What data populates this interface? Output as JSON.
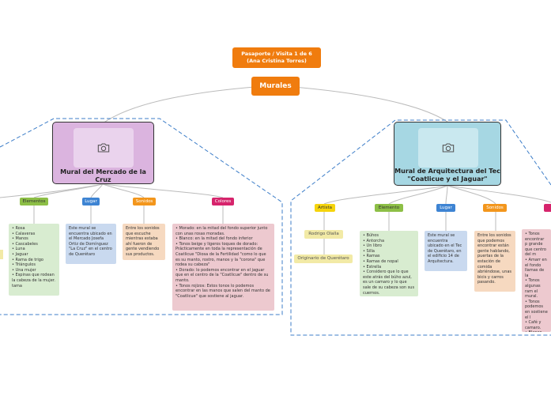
{
  "passport": {
    "text": "Pasaporte / Visita 1 de 6\n(Ana Cristina Torres)"
  },
  "root": {
    "label": "Murales"
  },
  "left": {
    "title": "Mural del Mercado de la Cruz",
    "tags": {
      "elementos": "Elementos",
      "lugar": "Lugar",
      "sonidos": "Sonidos",
      "colores": "Colores"
    },
    "notes": {
      "elementos": "•      Rosa\n•      Calaveras\n•      Manos\n•      Cascabeles\n•      Luna\n•      Jaguar\n•      Rama de trigo\n•      Triángulos\n•      Una mujer\n•      Espinas que rodean la cabeza de la mujer.\ntama",
      "lugar": "Este mural se encuentra ubicado en el Mercado Josefa Ortiz de Domínguez \"La Cruz\" en el centro de Querétaro",
      "sonidos": "Entre los sonidos que escuche mientras estaba ahí fueron de gente vendiendo sus productos.",
      "colores": "•      Morado: en la mitad del fondo superior junto con unas rosas moradas.\n•      Blanco: en la mitad del fondo inferior\n•      Tonos beige y ligeros toques de dorado: Prácticamente en toda la representación de Coatlicue \"Diosa de la Fertilidad \"como lo que es su manto, rostro, manos y la \"corona\" que rodea su cabeza\"\n•      Dorado: lo podemos encontrar en el jaguar que en el centro de la \"Coatlicue\" dentro de su manto.\n•      Tonos rojizos: Estos tonos lo podemos encontrar en las manos que salen del manto de \"Coatlicue\" que sostiene al jaguar."
    }
  },
  "right": {
    "title": "Mural de Arquitectura del Tec \"Coatlicue y el Jaguar\"",
    "tags": {
      "artista": "Artista",
      "elemento": "Elemento",
      "lugar": "Lugar",
      "sonidos": "Sonidos"
    },
    "artista_name": "Rodrigo Olalla",
    "origin": "Originario de Querétaro",
    "notes": {
      "elemento": "•      Búhos\n•      Antorcha\n•      Un libro\n•      Silla\n•      Ramas\n•      Ramas de nopal\n•      Estrella\n•      Considero que lo que este atrás del búho azul, es un camaro y lo que sale de su cabeza son sus cuernos.",
      "lugar": "Este mural se encuentra ubicado en el Tec de Querétaro, en el edificio 14 de Arquitectura.",
      "sonidos": "Entre los sonidos que podemos encontrar están gente hablando, puertas de la estación de comida abriéndose, unas bicis y carros pasando.",
      "colores": "•      Tonos encontrar p grande que centro del m\n•      Amarr en el fondo llamas de la\n•      Tonos algunas ram el mural.\n•      Tonos podemos en sostiene el l\n•      Café y camaro.\n•      Blanco algunas par\n•      Rosa y paquete qu"
    }
  },
  "colors": {
    "accent": "#f07c0e",
    "left_main": "#dbb4df",
    "right_main": "#a6d7e3",
    "dashed": "#3c7dc8"
  }
}
